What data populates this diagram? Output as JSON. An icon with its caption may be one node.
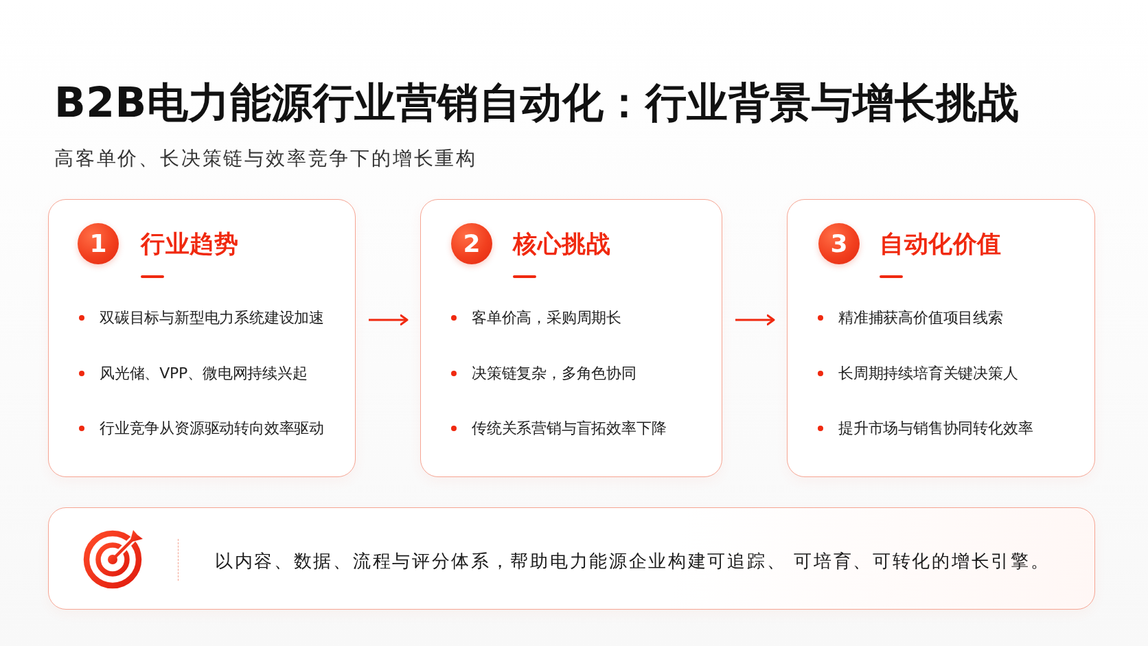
{
  "diagram": {
    "title": "B2B电力能源行业营销自动化：行业背景与增长挑战",
    "nodes": [
      {
        "text": [
          "行业趋势",
          "双碳目标与新型电力系统建设加速",
          "风光储、VPP、微电网持续兴起",
          "行业竞争从资源驱动转向效率驱动"
        ]
      },
      {
        "text": [
          "1"
        ],
        "in": 0
      },
      {
        "text": [
          "核心挑战",
          "客单价高，采购周期长",
          "决策链复杂，多角色协同",
          "传统关系营销与盲拓效率下降"
        ]
      },
      {
        "text": [
          "2"
        ],
        "in": 2
      },
      {
        "text": [
          "自动化价值",
          "精准捕获高价值项目线索",
          "长周期持续培育关键决策人",
          "提升市场与销售协同转化效率"
        ]
      },
      {
        "text": [
          "3"
        ],
        "in": 4
      },
      {
        "text": [
          "以内容、数据、流程与评分体系，帮助电力能源企业构建可追踪、 可培育、可转化的增长引擎。"
        ]
      }
    ],
    "edges": [
      {
        "from": 0,
        "to": 2,
        "arrow": "to"
      },
      {
        "from": 2,
        "to": 4,
        "arrow": "to"
      }
    ],
    "labels": [
      "高客单价、长决策链与效率竞争下的增长重构"
    ]
  }
}
